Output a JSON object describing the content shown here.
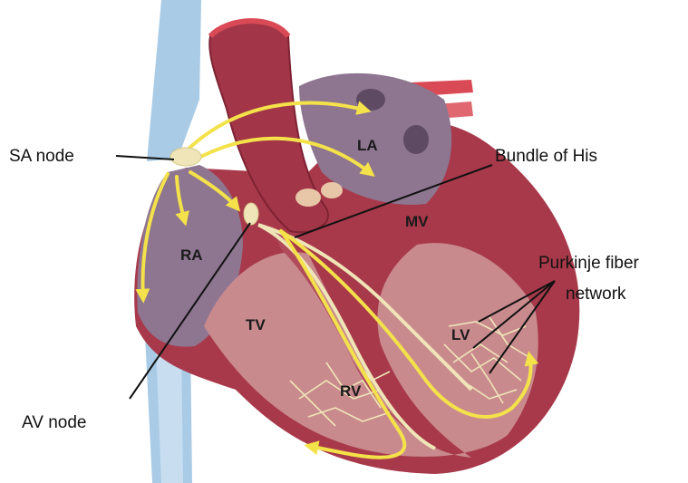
{
  "diagram": {
    "labels": {
      "sa_node": "SA node",
      "bundle_of_his": "Bundle of His",
      "purkinje_line1": "Purkinje fiber",
      "purkinje_line2": "network",
      "av_node": "AV node"
    },
    "chambers": {
      "la": "LA",
      "ra": "RA",
      "mv": "MV",
      "tv": "TV",
      "lv": "LV",
      "rv": "RV"
    },
    "colors": {
      "vessel_blue": "#a9cbe6",
      "heart_muscle": "#a8394a",
      "heart_inner": "#c98a8e",
      "atria_purple": "#8e7590",
      "aorta": "#a23648",
      "conduction_yellow": "#f4e24a",
      "node_cream": "#efe5b8",
      "pulmonary_red": "#d94a56"
    }
  }
}
